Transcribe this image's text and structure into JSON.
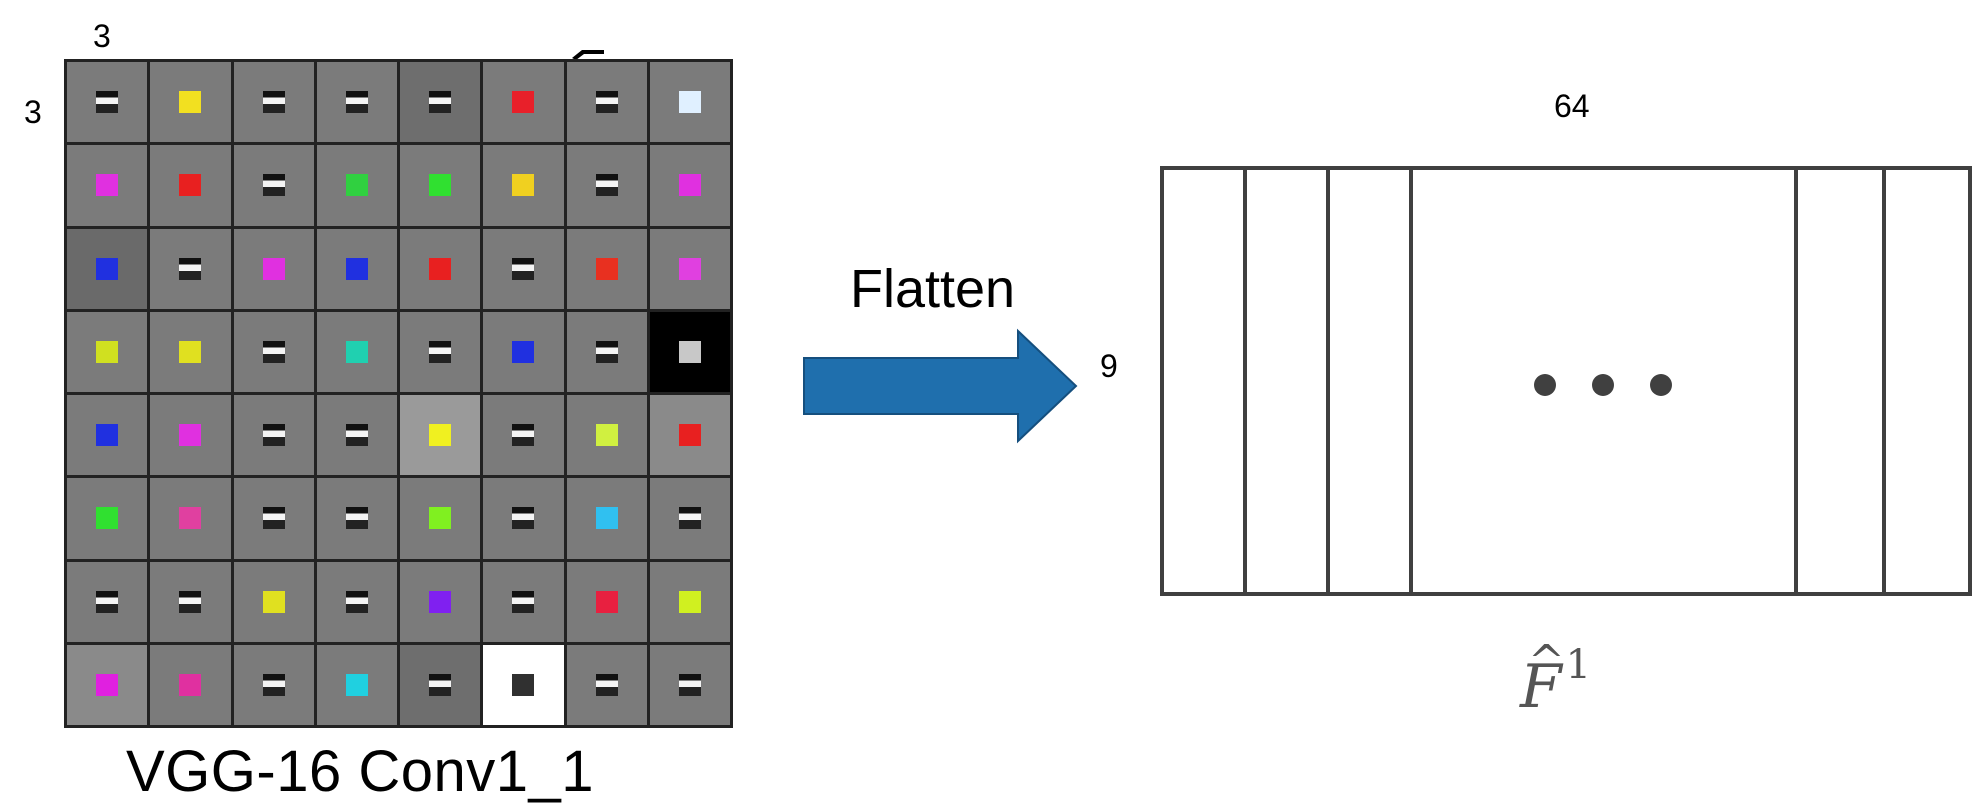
{
  "left": {
    "kernel_width": "3",
    "kernel_height": "3",
    "caption": "VGG-16 Conv1_1",
    "grid_rows": 8,
    "grid_cols": 8
  },
  "arrow": {
    "label": "Flatten",
    "color": "#1f6fad"
  },
  "right": {
    "columns_label": "64",
    "rows_label": "9",
    "ellipsis_icon": "ellipsis-dots",
    "symbol_base": "F",
    "symbol_hat": "^",
    "symbol_superscript": "1"
  }
}
